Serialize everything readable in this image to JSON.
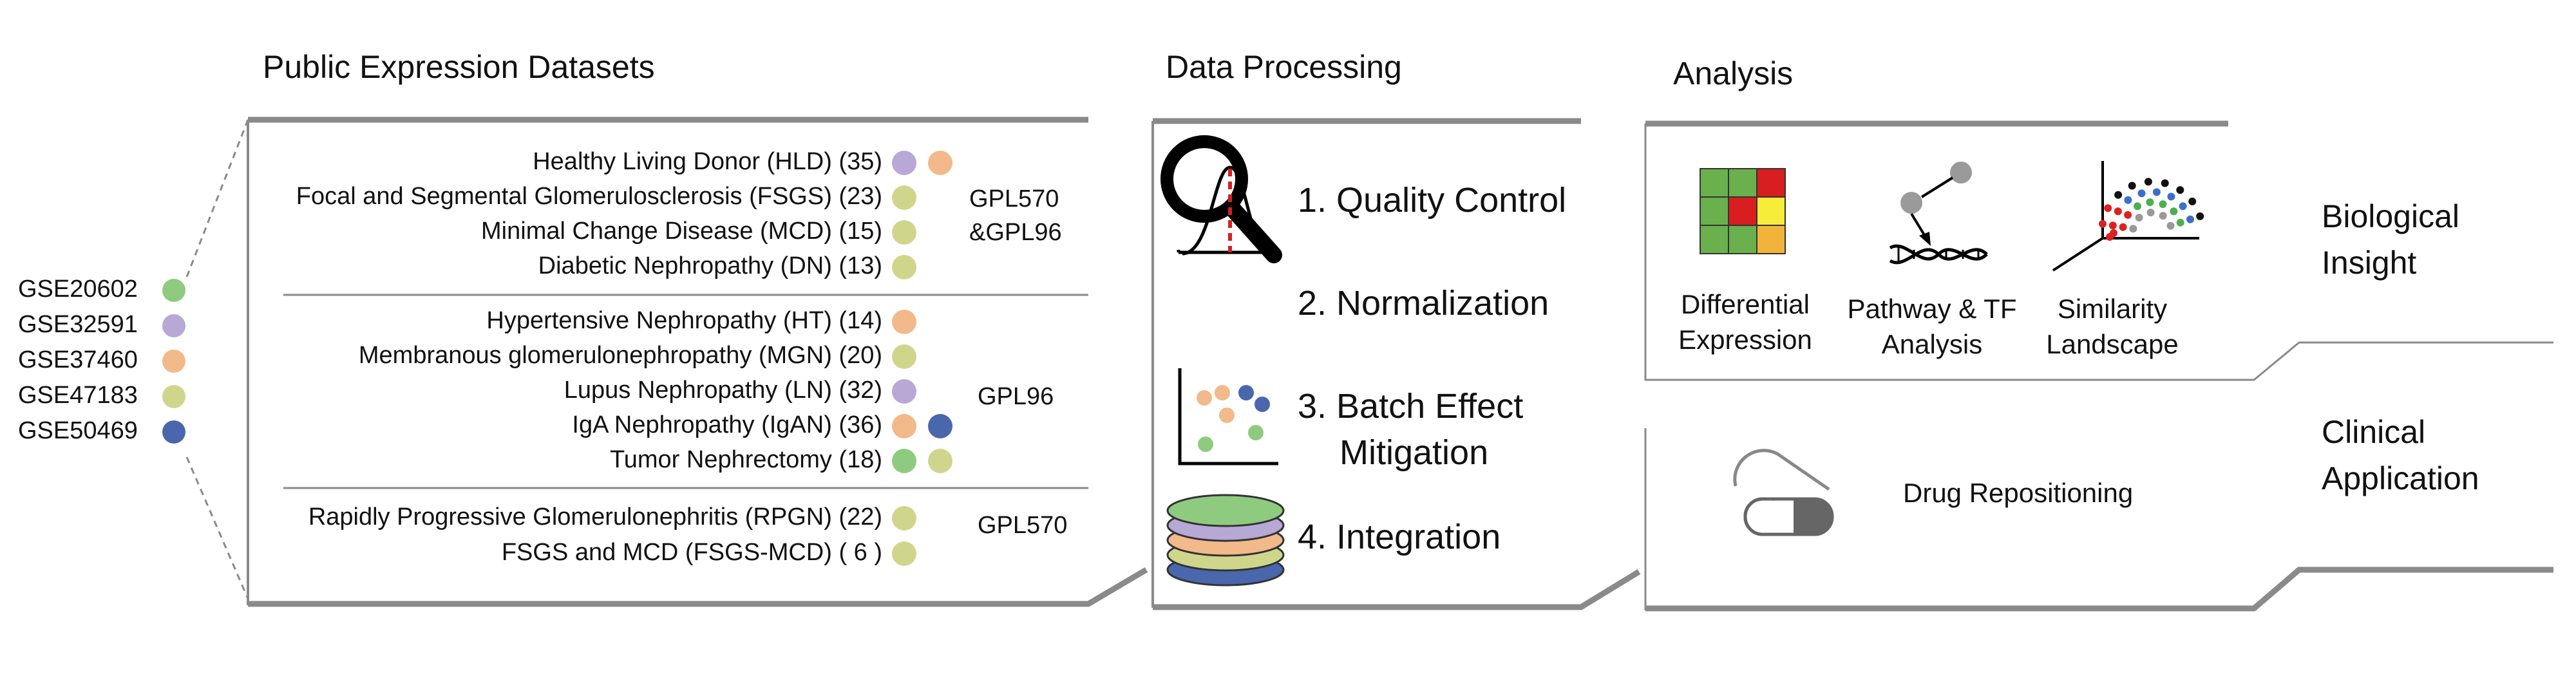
{
  "colors": {
    "GSE20602": "#8fcb7f",
    "GSE32591": "#b7a8d6",
    "GSE37460": "#f2b98a",
    "GSE47183": "#cfd68c",
    "GSE50469": "#4a66ad",
    "frame": "#8a8a8a"
  },
  "left": {
    "title": "Public Expression Datasets",
    "datasets": [
      "GSE20602",
      "GSE32591",
      "GSE37460",
      "GSE47183",
      "GSE50469"
    ],
    "groups": [
      {
        "platform": [
          "GPL570",
          "&GPL96"
        ],
        "diseases": [
          {
            "label": "Healthy Living Donor (HLD) (35)",
            "dots": [
              "GSE32591",
              "GSE37460"
            ]
          },
          {
            "label": "Focal and Segmental Glomerulosclerosis (FSGS) (23)",
            "dots": [
              "GSE47183"
            ]
          },
          {
            "label": "Minimal Change Disease (MCD) (15)",
            "dots": [
              "GSE47183"
            ]
          },
          {
            "label": "Diabetic Nephropathy (DN) (13)",
            "dots": [
              "GSE47183"
            ]
          }
        ]
      },
      {
        "platform": [
          "GPL96"
        ],
        "diseases": [
          {
            "label": "Hypertensive Nephropathy (HT) (14)",
            "dots": [
              "GSE37460"
            ]
          },
          {
            "label": "Membranous glomerulonephropathy (MGN) (20)",
            "dots": [
              "GSE47183"
            ]
          },
          {
            "label": "Lupus Nephropathy (LN) (32)",
            "dots": [
              "GSE32591"
            ]
          },
          {
            "label": "IgA Nephropathy (IgAN) (36)",
            "dots": [
              "GSE37460",
              "GSE50469"
            ]
          },
          {
            "label": "Tumor Nephrectomy (18)",
            "dots": [
              "GSE20602",
              "GSE47183"
            ]
          }
        ]
      },
      {
        "platform": [
          "GPL570"
        ],
        "diseases": [
          {
            "label": "Rapidly Progressive Glomerulonephritis (RPGN) (22)",
            "dots": [
              "GSE47183"
            ]
          },
          {
            "label": "FSGS and MCD (FSGS-MCD) ( 6 )",
            "dots": [
              "GSE47183"
            ]
          }
        ]
      }
    ]
  },
  "middle": {
    "title": "Data Processing",
    "steps": [
      {
        "label": "1. Quality Control",
        "icon": "magnifier-icon"
      },
      {
        "label": "2. Normalization",
        "icon": "normal-curve-icon"
      },
      {
        "label": "3. Batch Effect",
        "label2": "Mitigation",
        "icon": "scatter-icon"
      },
      {
        "label": "4. Integration",
        "icon": "layered-disks-icon"
      }
    ]
  },
  "right": {
    "title": "Analysis",
    "analyses": [
      {
        "line1": "Differential",
        "line2": "Expression",
        "icon": "heatmap-icon"
      },
      {
        "line1": "Pathway & TF",
        "line2": "Analysis",
        "icon": "dna-icon"
      },
      {
        "line1": "Similarity",
        "line2": "Landscape",
        "icon": "3d-scatter-icon"
      }
    ],
    "bio_label": [
      "Biological",
      "Insight"
    ],
    "drug_label": "Drug Repositioning",
    "clinical_label": [
      "Clinical",
      "Application"
    ]
  }
}
